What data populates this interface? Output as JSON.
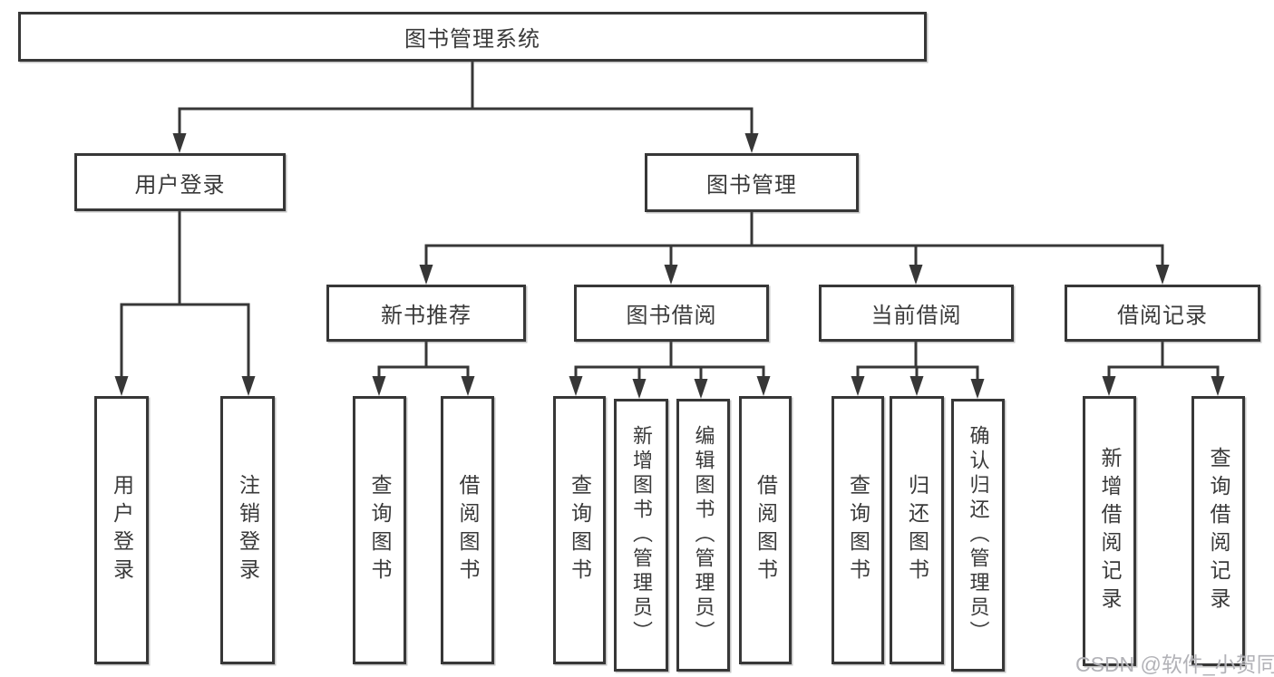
{
  "diagram": {
    "title": "图书管理系统",
    "root": "图书管理系统",
    "branches": [
      {
        "label": "用户登录",
        "children": [
          "用户登录",
          "注销登录"
        ]
      },
      {
        "label": "图书管理",
        "modules": [
          {
            "label": "新书推荐",
            "children": [
              "查询图书",
              "借阅图书"
            ]
          },
          {
            "label": "图书借阅",
            "children": [
              "查询图书",
              "新增图书（管理员）",
              "编辑图书（管理员）",
              "借阅图书"
            ]
          },
          {
            "label": "当前借阅",
            "children": [
              "查询图书",
              "归还图书",
              "确认归还（管理员）"
            ]
          },
          {
            "label": "借阅记录",
            "children": [
              "新增借阅记录",
              "查询借阅记录"
            ]
          }
        ]
      }
    ],
    "line_color": "#373737",
    "box_background": "#ffffff",
    "text_color": "#3a3a3a"
  },
  "watermark": "CSDN @软件_小贺同学"
}
